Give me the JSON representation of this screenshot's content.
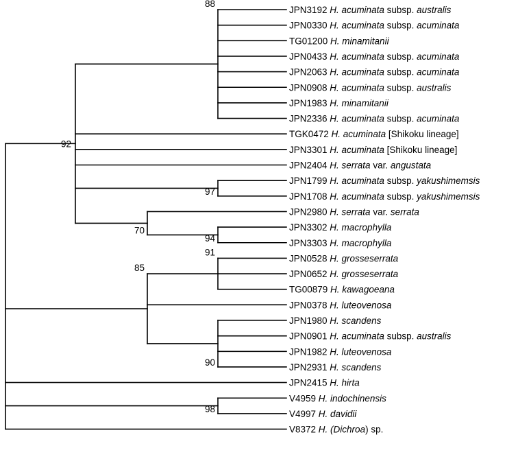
{
  "tree": {
    "line_color": "#000000",
    "tips": [
      {
        "id": "JPN3192",
        "parts": [
          [
            "JPN3192 ",
            "n"
          ],
          [
            "H. acuminata",
            "i"
          ],
          [
            " subsp. ",
            "n"
          ],
          [
            "australis",
            "i"
          ]
        ]
      },
      {
        "id": "JPN0330",
        "parts": [
          [
            "JPN0330 ",
            "n"
          ],
          [
            "H. acuminata",
            "i"
          ],
          [
            " subsp. ",
            "n"
          ],
          [
            "acuminata",
            "i"
          ]
        ]
      },
      {
        "id": "TG01200",
        "parts": [
          [
            "TG01200 ",
            "n"
          ],
          [
            "H. minamitanii",
            "i"
          ]
        ]
      },
      {
        "id": "JPN0433",
        "parts": [
          [
            "JPN0433 ",
            "n"
          ],
          [
            "H. acuminata",
            "i"
          ],
          [
            " subsp. ",
            "n"
          ],
          [
            "acuminata",
            "i"
          ]
        ]
      },
      {
        "id": "JPN2063",
        "parts": [
          [
            "JPN2063 ",
            "n"
          ],
          [
            "H. acuminata",
            "i"
          ],
          [
            " subsp. ",
            "n"
          ],
          [
            "acuminata",
            "i"
          ]
        ]
      },
      {
        "id": "JPN0908",
        "parts": [
          [
            "JPN0908 ",
            "n"
          ],
          [
            "H. acuminata",
            "i"
          ],
          [
            " subsp. ",
            "n"
          ],
          [
            "australis",
            "i"
          ]
        ]
      },
      {
        "id": "JPN1983",
        "parts": [
          [
            "JPN1983 ",
            "n"
          ],
          [
            "H. minamitanii",
            "i"
          ]
        ]
      },
      {
        "id": "JPN2336",
        "parts": [
          [
            "JPN2336 ",
            "n"
          ],
          [
            "H. acuminata",
            "i"
          ],
          [
            " subsp. ",
            "n"
          ],
          [
            "acuminata",
            "i"
          ]
        ]
      },
      {
        "id": "TGK0472",
        "parts": [
          [
            "TGK0472 ",
            "n"
          ],
          [
            "H. acuminata",
            "i"
          ],
          [
            " [Shikoku lineage]",
            "n"
          ]
        ]
      },
      {
        "id": "JPN3301",
        "parts": [
          [
            "JPN3301 ",
            "n"
          ],
          [
            "H. acuminata",
            "i"
          ],
          [
            " [Shikoku lineage]",
            "n"
          ]
        ]
      },
      {
        "id": "JPN2404",
        "parts": [
          [
            "JPN2404 ",
            "n"
          ],
          [
            "H. serrata",
            "i"
          ],
          [
            " var. ",
            "n"
          ],
          [
            "angustata",
            "i"
          ]
        ]
      },
      {
        "id": "JPN1799",
        "parts": [
          [
            "JPN1799 ",
            "n"
          ],
          [
            "H. acuminata",
            "i"
          ],
          [
            " subsp. ",
            "n"
          ],
          [
            "yakushimemsis",
            "i"
          ]
        ]
      },
      {
        "id": "JPN1708",
        "parts": [
          [
            "JPN1708 ",
            "n"
          ],
          [
            "H. acuminata",
            "i"
          ],
          [
            " subsp. ",
            "n"
          ],
          [
            "yakushimemsis",
            "i"
          ]
        ]
      },
      {
        "id": "JPN2980",
        "parts": [
          [
            "JPN2980 ",
            "n"
          ],
          [
            "H. serrata",
            "i"
          ],
          [
            " var. ",
            "n"
          ],
          [
            "serrata",
            "i"
          ]
        ]
      },
      {
        "id": "JPN3302",
        "parts": [
          [
            "JPN3302 ",
            "n"
          ],
          [
            "H. macrophylla",
            "i"
          ]
        ]
      },
      {
        "id": "JPN3303",
        "parts": [
          [
            "JPN3303 ",
            "n"
          ],
          [
            "H. macrophylla",
            "i"
          ]
        ]
      },
      {
        "id": "JPN0528",
        "parts": [
          [
            "JPN0528 ",
            "n"
          ],
          [
            "H. grosseserrata",
            "i"
          ]
        ]
      },
      {
        "id": "JPN0652",
        "parts": [
          [
            "JPN0652 ",
            "n"
          ],
          [
            "H. grosseserrata",
            "i"
          ]
        ]
      },
      {
        "id": "TG00879",
        "parts": [
          [
            "TG00879 ",
            "n"
          ],
          [
            "H. kawagoeana",
            "i"
          ]
        ]
      },
      {
        "id": "JPN0378",
        "parts": [
          [
            "JPN0378 ",
            "n"
          ],
          [
            "H. luteovenosa",
            "i"
          ]
        ]
      },
      {
        "id": "JPN1980",
        "parts": [
          [
            "JPN1980 ",
            "n"
          ],
          [
            "H. scandens",
            "i"
          ]
        ]
      },
      {
        "id": "JPN0901",
        "parts": [
          [
            "JPN0901 ",
            "n"
          ],
          [
            "H. acuminata",
            "i"
          ],
          [
            " subsp. ",
            "n"
          ],
          [
            "australis",
            "i"
          ]
        ]
      },
      {
        "id": "JPN1982",
        "parts": [
          [
            "JPN1982 ",
            "n"
          ],
          [
            "H. luteovenosa",
            "i"
          ]
        ]
      },
      {
        "id": "JPN2931",
        "parts": [
          [
            "JPN2931 ",
            "n"
          ],
          [
            "H. scandens",
            "i"
          ]
        ]
      },
      {
        "id": "JPN2415",
        "parts": [
          [
            "JPN2415 ",
            "n"
          ],
          [
            "H. hirta",
            "i"
          ]
        ]
      },
      {
        "id": "V4959",
        "parts": [
          [
            "V4959 ",
            "n"
          ],
          [
            "H. indochinensis",
            "i"
          ]
        ]
      },
      {
        "id": "V4997",
        "parts": [
          [
            "V4997 ",
            "n"
          ],
          [
            "H. davidii",
            "i"
          ]
        ]
      },
      {
        "id": "V8372",
        "parts": [
          [
            "V8372 ",
            "n"
          ],
          [
            "H. (",
            "i"
          ],
          [
            "Dichroa",
            "i"
          ],
          [
            ") sp.",
            "n"
          ]
        ]
      }
    ],
    "clades": [
      {
        "id": "c88",
        "support": "88",
        "children": [
          "JPN3192",
          "JPN0330",
          "TG01200",
          "JPN0433",
          "JPN2063",
          "JPN0908",
          "JPN1983",
          "JPN2336"
        ]
      },
      {
        "id": "c97",
        "support": "97",
        "children": [
          "JPN1799",
          "JPN1708"
        ]
      },
      {
        "id": "c94",
        "support": "94",
        "children": [
          "JPN3302",
          "JPN3303"
        ]
      },
      {
        "id": "c70",
        "support": "70",
        "children": [
          "JPN2980",
          "c94"
        ]
      },
      {
        "id": "c92",
        "support": "92",
        "children": [
          "c88",
          "TGK0472",
          "JPN3301",
          "JPN2404",
          "c97",
          "c70"
        ]
      },
      {
        "id": "c91",
        "support": "91",
        "children": [
          "JPN0528",
          "JPN0652",
          "TG00879"
        ]
      },
      {
        "id": "c90",
        "support": "90",
        "children": [
          "JPN1980",
          "JPN0901",
          "JPN1982",
          "JPN2931"
        ]
      },
      {
        "id": "c85",
        "support": "85",
        "children": [
          "c91",
          "JPN0378",
          "c90"
        ]
      },
      {
        "id": "c98",
        "support": "98",
        "children": [
          "V4959",
          "V4997"
        ]
      },
      {
        "id": "root",
        "support": "",
        "children": [
          "c92",
          "c85",
          "JPN2415",
          "c98",
          "V8372"
        ]
      }
    ]
  }
}
